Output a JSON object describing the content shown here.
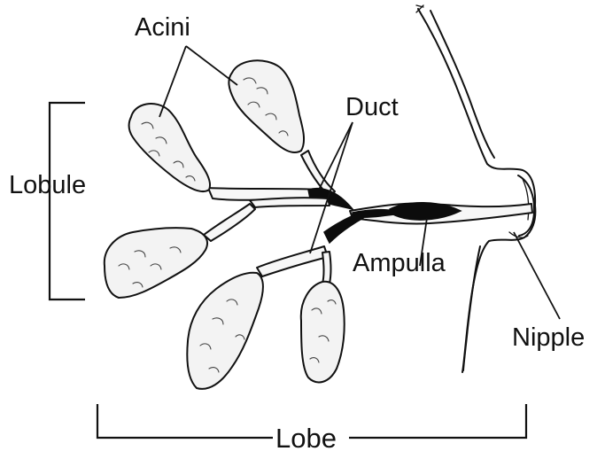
{
  "labels": {
    "acini": "Acini",
    "duct": "Duct",
    "lobule": "Lobule",
    "ampulla": "Ampulla",
    "nipple": "Nipple",
    "lobe": "Lobe"
  },
  "colors": {
    "ink": "#111111",
    "gland_fill": "#f3f3f3",
    "sinus_fill": "#0c0c0c",
    "background": "#ffffff"
  }
}
